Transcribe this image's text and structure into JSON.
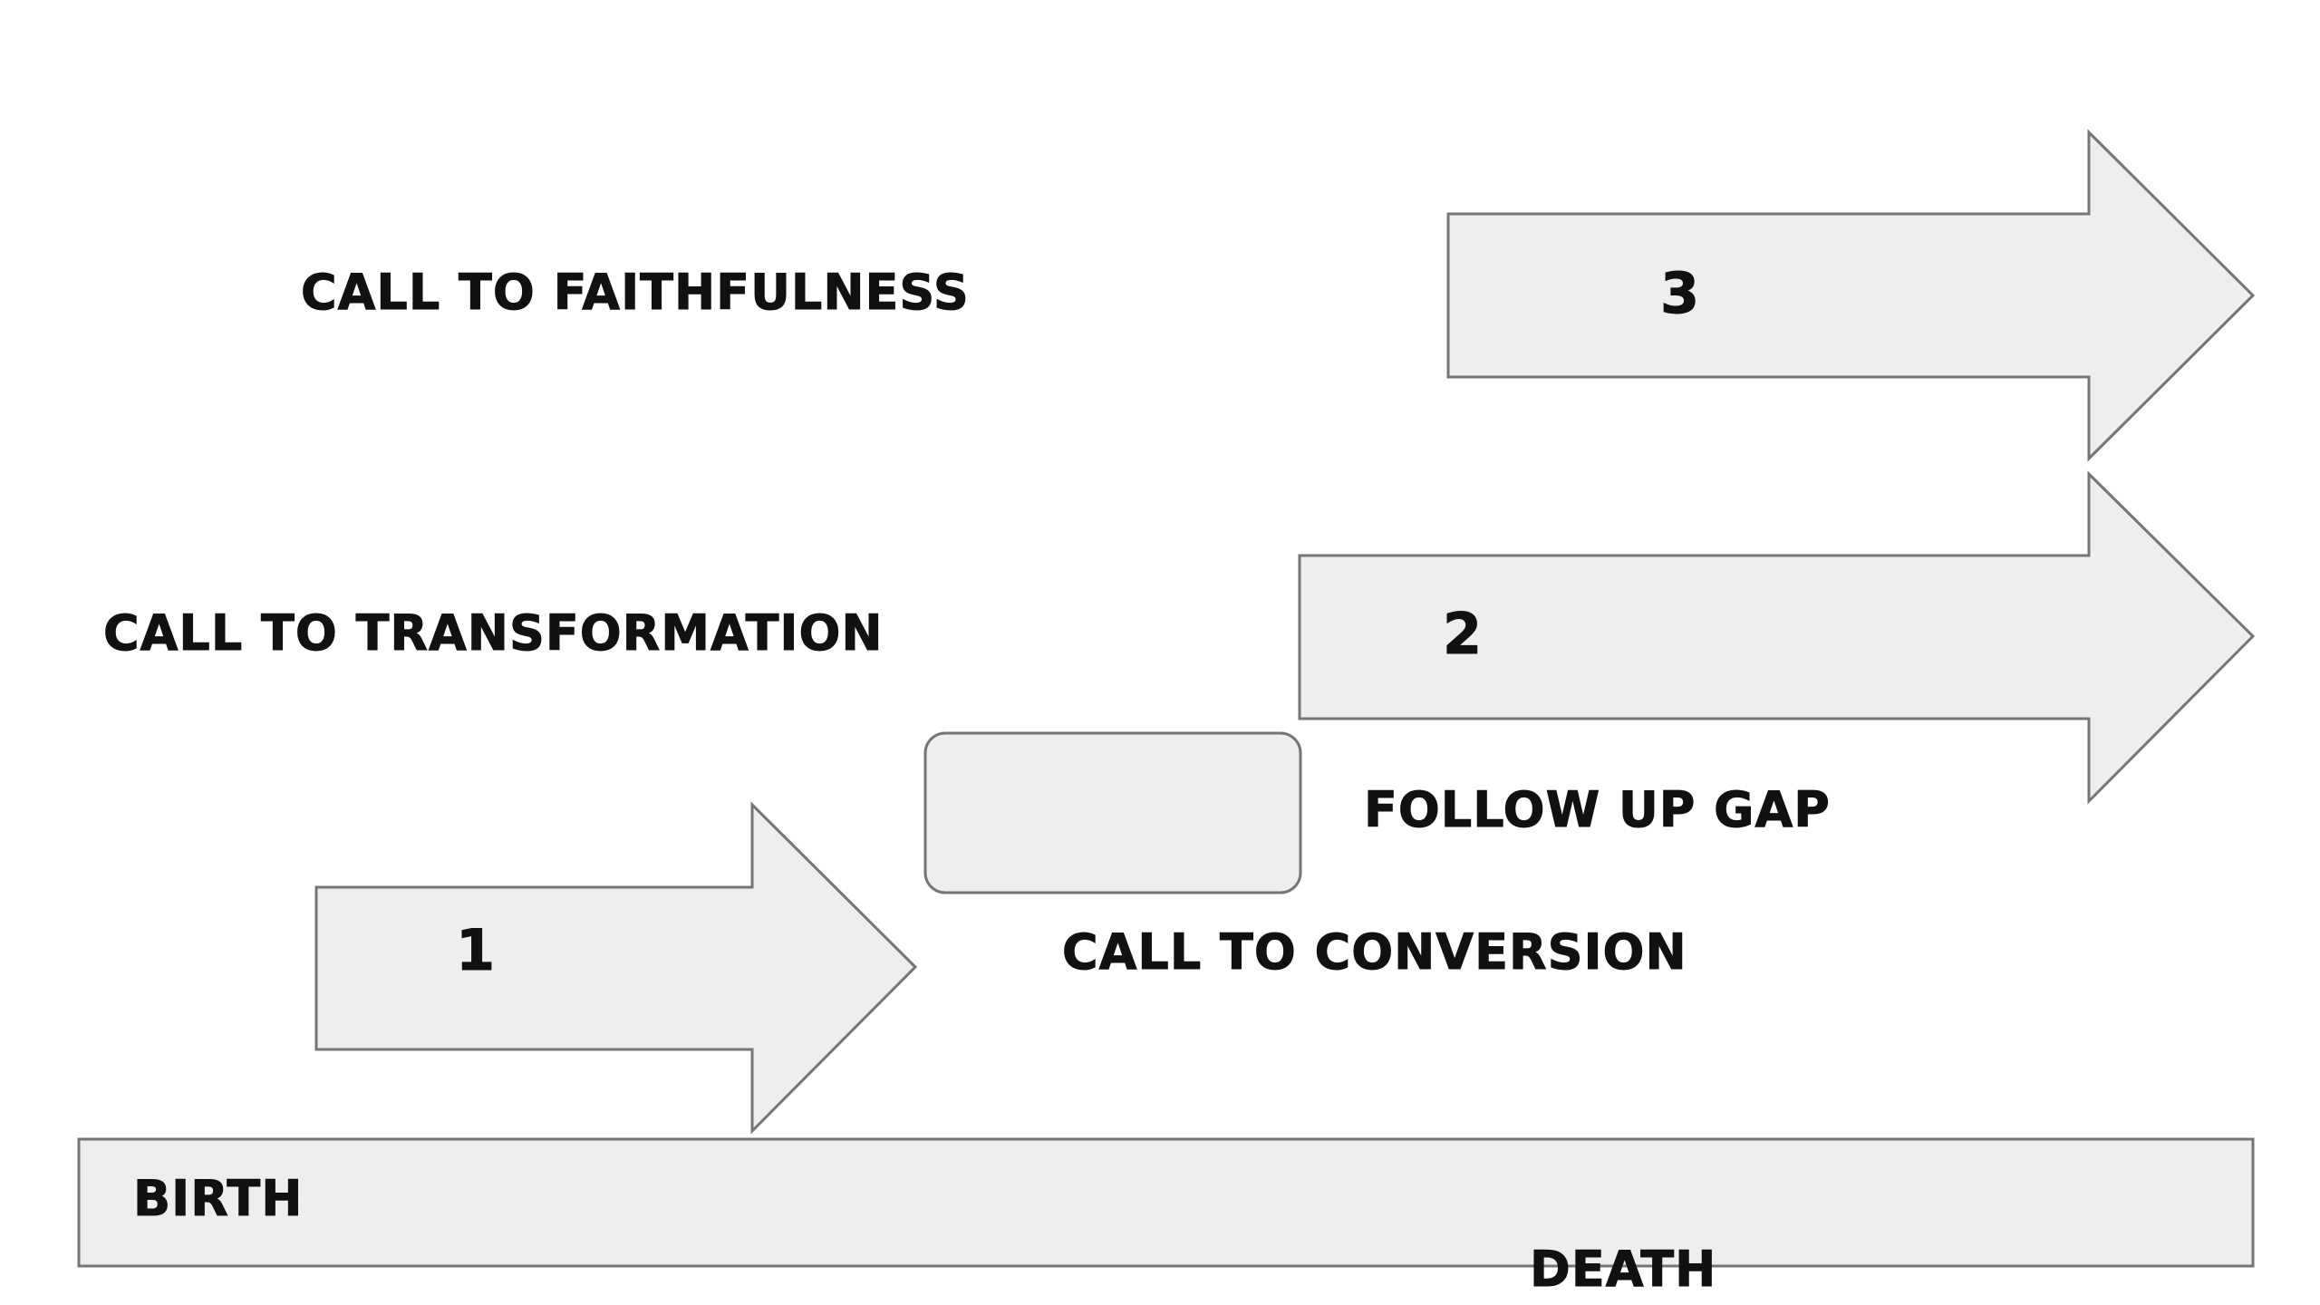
{
  "diagram": {
    "colors": {
      "shape_fill": "#eeeeee",
      "shape_stroke": "#757575",
      "text": "#111111"
    },
    "labels": {
      "faithfulness": "CALL TO FAITHFULNESS",
      "transformation": "CALL TO TRANSFORMATION",
      "follow_up_gap": "FOLLOW UP GAP",
      "conversion": "CALL TO CONVERSION",
      "birth": "BIRTH",
      "death": "DEATH"
    },
    "arrows": [
      {
        "number": "1"
      },
      {
        "number": "2"
      },
      {
        "number": "3"
      }
    ]
  }
}
